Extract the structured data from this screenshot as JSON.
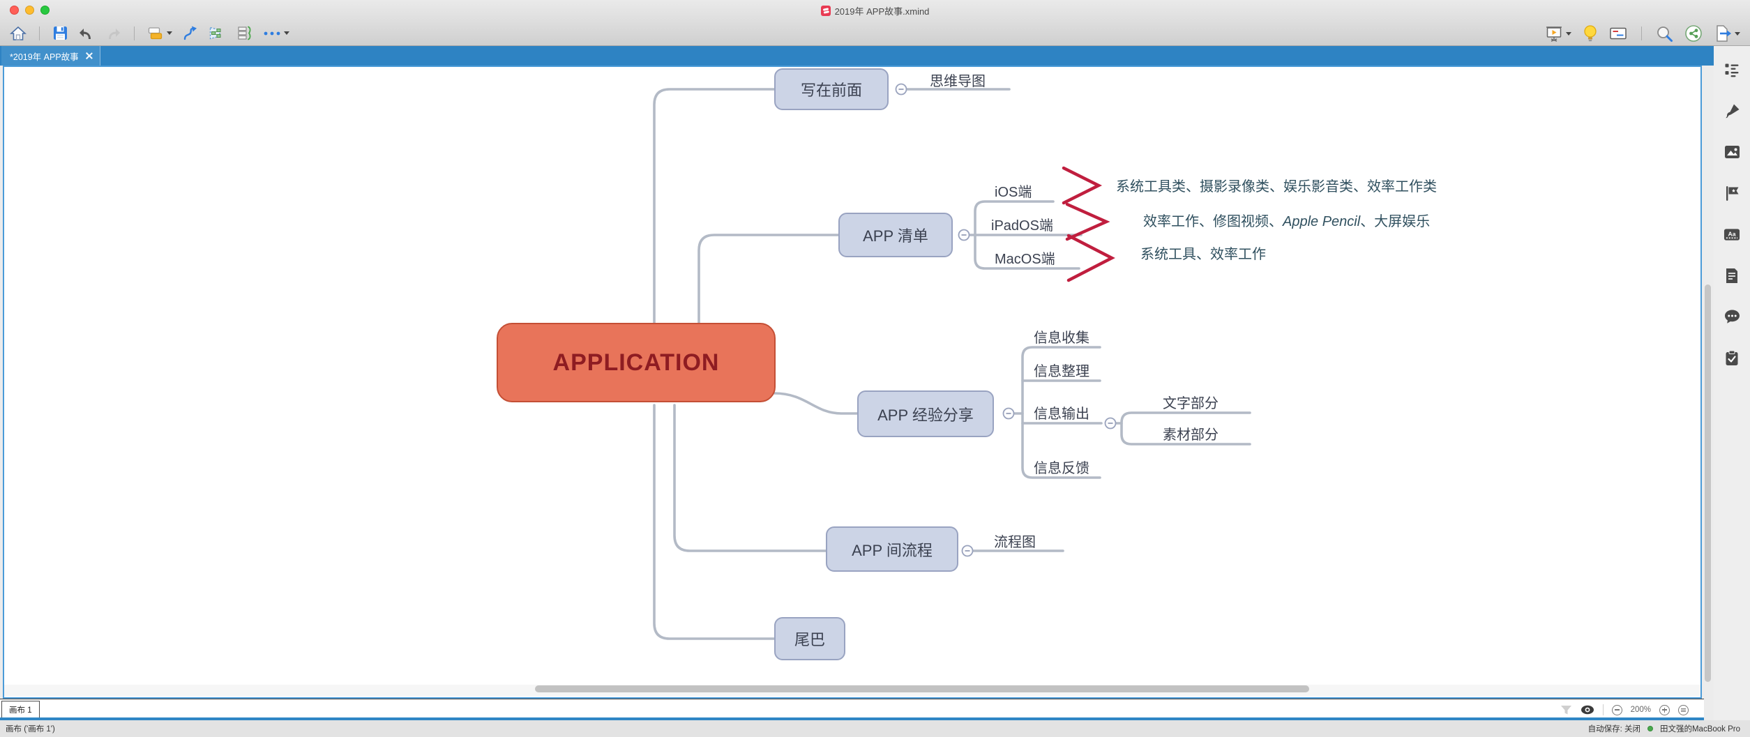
{
  "titlebar": {
    "title": "2019年 APP故事.xmind"
  },
  "doc_tab": {
    "label": "*2019年 APP故事"
  },
  "mindmap": {
    "central": "APPLICATION",
    "branches": {
      "preface": {
        "label": "写在前面",
        "child": "思维导图"
      },
      "app_list": {
        "label": "APP 清单",
        "ios": "iOS端",
        "ipados": "iPadOS端",
        "macos": "MacOS端",
        "ios_summary": "系统工具类、摄影录像类、娱乐影音类、效率工作类",
        "ipados_summary": [
          "效率工作、修图视频、",
          "Apple Pencil",
          "、大屏娱乐"
        ],
        "macos_summary": "系统工具、效率工作"
      },
      "experience": {
        "label": "APP 经验分享",
        "collect": "信息收集",
        "organize": "信息整理",
        "output": "信息输出",
        "output_text": "文字部分",
        "output_material": "素材部分",
        "feedback": "信息反馈"
      },
      "flow": {
        "label": "APP 间流程",
        "child": "流程图"
      },
      "tail": {
        "label": "尾巴"
      }
    },
    "colors": {
      "central_fill": "#E8745A",
      "central_border": "#C44F35",
      "central_text": "#8E1C22",
      "node_fill": "#CCD4E6",
      "node_border": "#99A3C1",
      "connector": "#B3BAC6",
      "summary_bracket": "#C01E3E",
      "summary_text": "#30505F",
      "tabbar_blue": "#2E83C3",
      "canvas_border_blue": "#4B9BD8"
    }
  },
  "sheet_bar": {
    "tab": "画布 1",
    "zoom_level": "200%"
  },
  "status_bar": {
    "left": "画布 ('画布 1')",
    "autosave": "自动保存: 关闭",
    "device": "田文强的MacBook Pro"
  }
}
